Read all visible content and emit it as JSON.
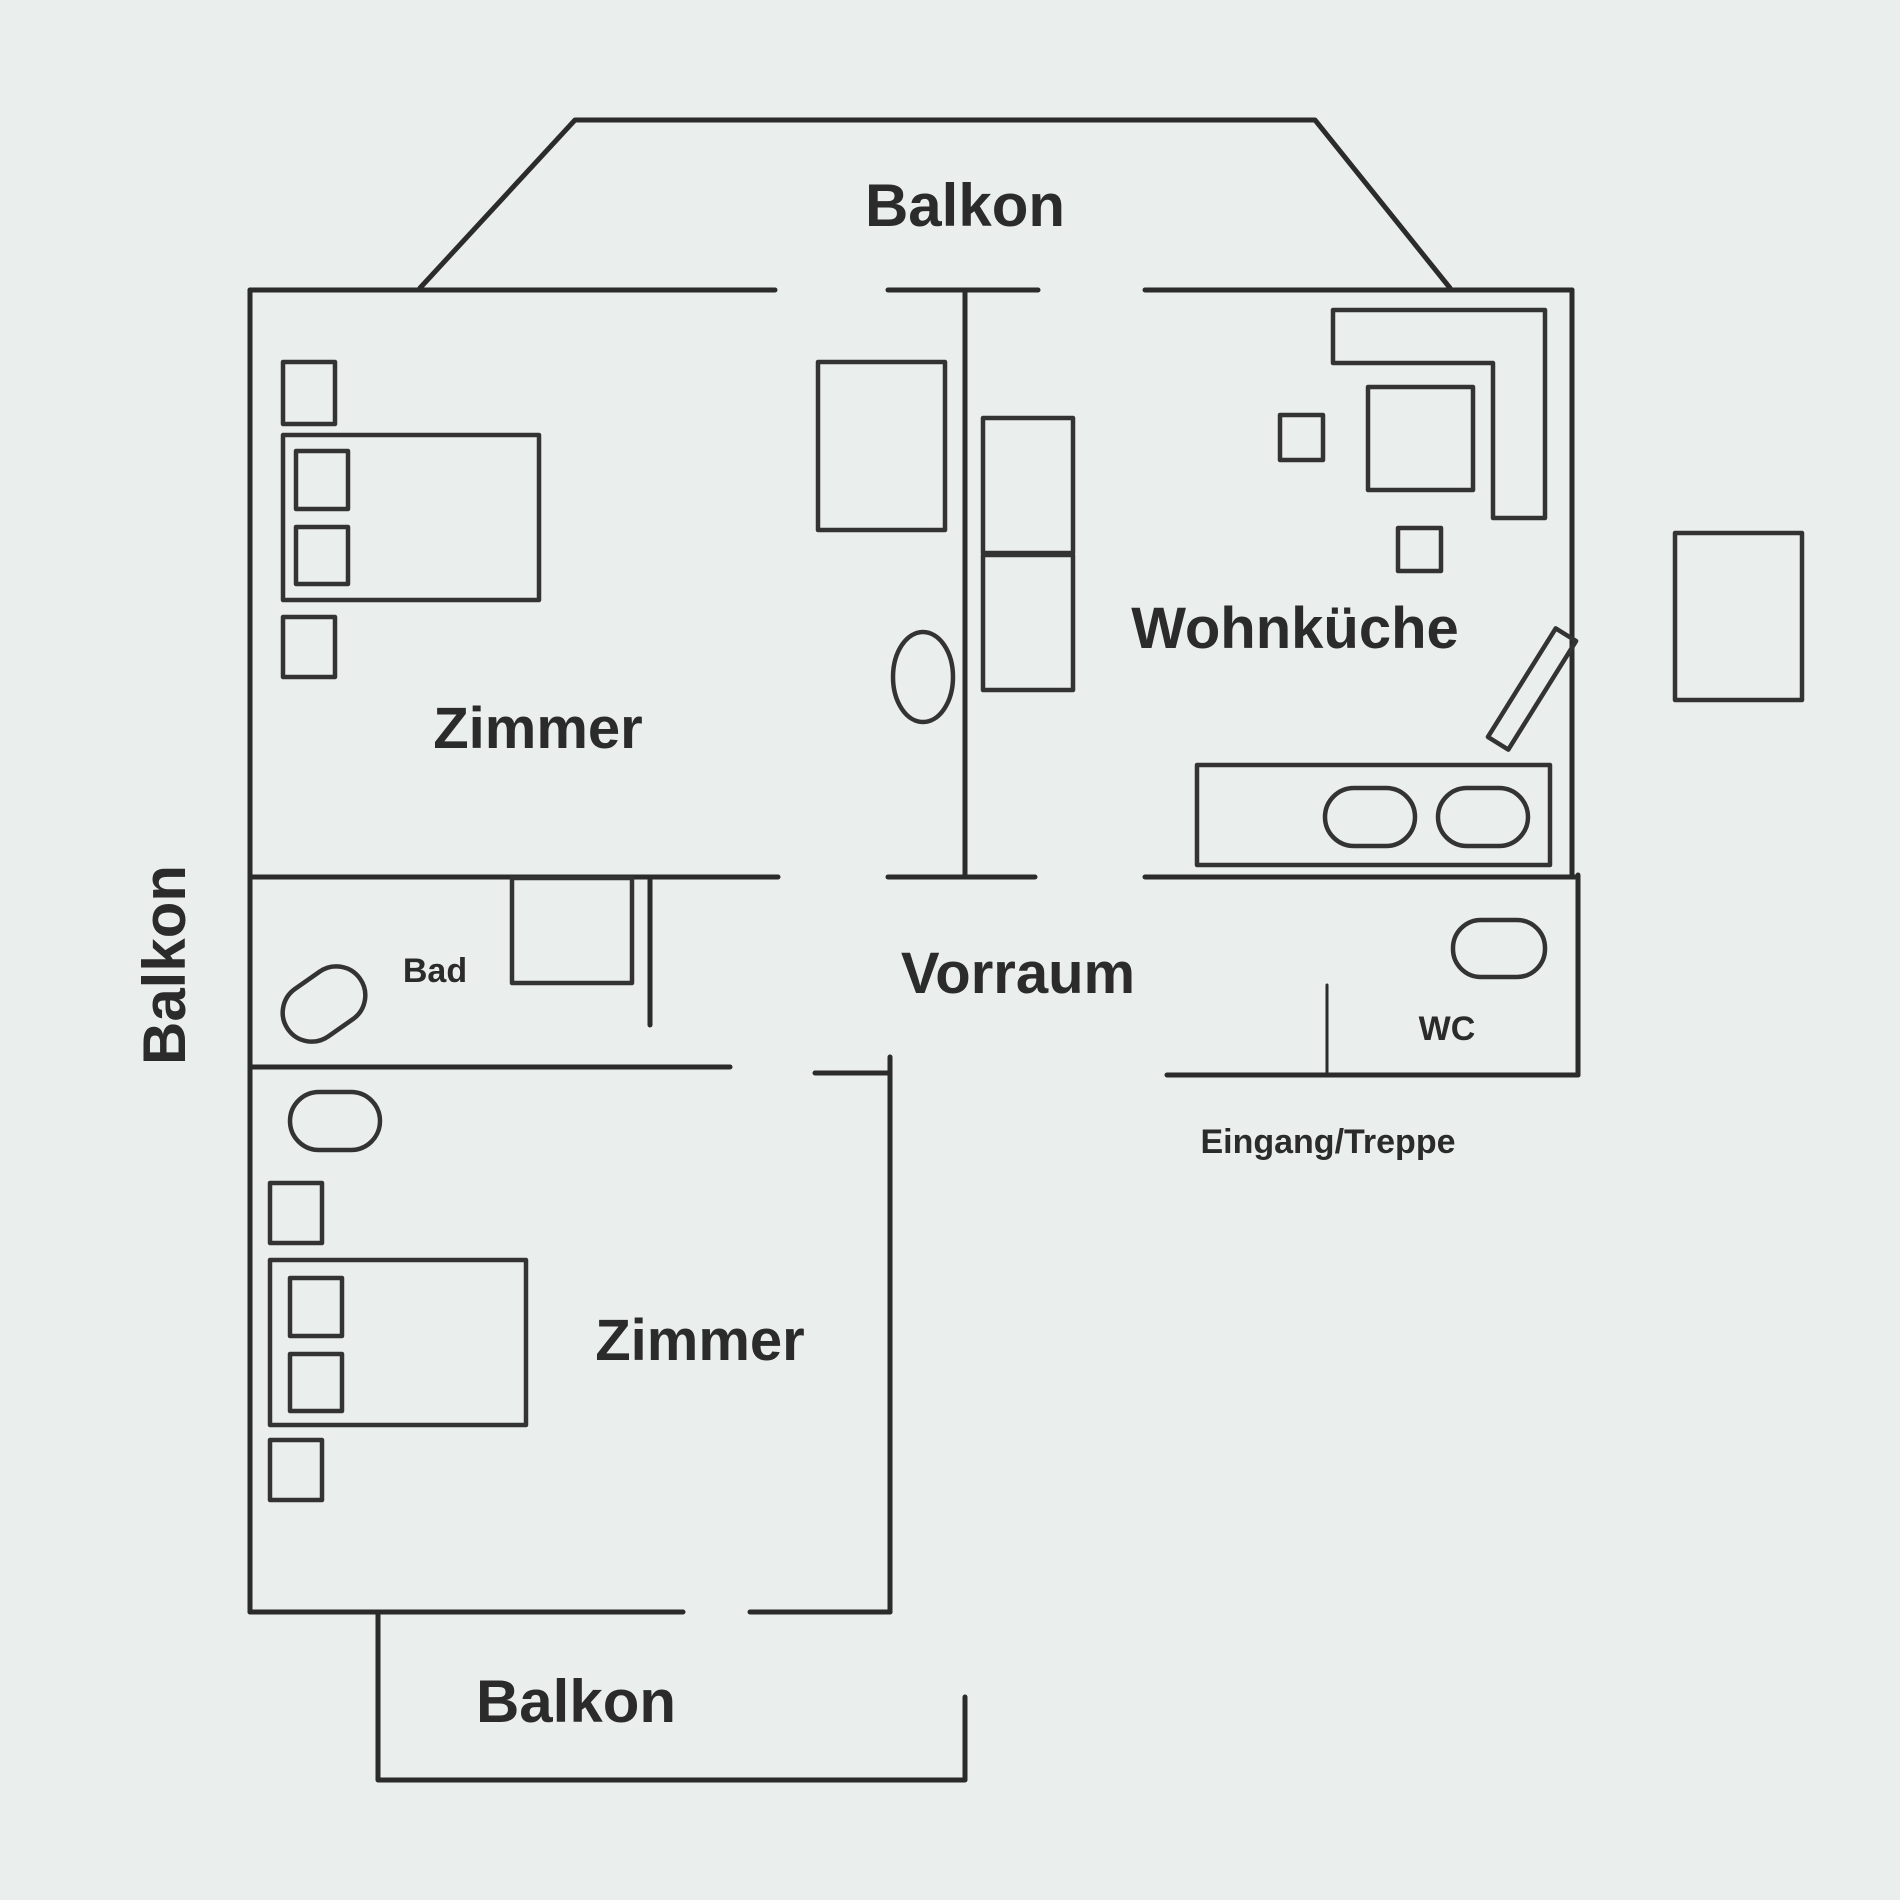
{
  "labels": {
    "balkon_top": "Balkon",
    "balkon_left": "Balkon",
    "balkon_bottom": "Balkon",
    "zimmer_top": "Zimmer",
    "zimmer_bottom": "Zimmer",
    "wohnkueche": "Wohnküche",
    "vorraum": "Vorraum",
    "bad": "Bad",
    "wc": "WC",
    "eingang": "Eingang/Treppe"
  },
  "colors": {
    "background": "#eaeeed",
    "ink": "#2b2b2b"
  }
}
